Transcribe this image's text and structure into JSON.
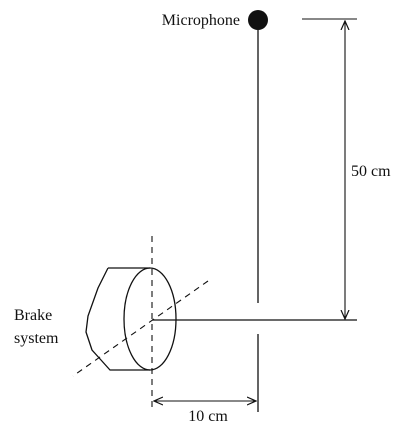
{
  "labels": {
    "microphone": "Microphone",
    "vertical_distance": "50 cm",
    "horizontal_distance": "10 cm",
    "brake_line1": "Brake",
    "brake_line2": "system"
  },
  "colors": {
    "ink": "#111111",
    "background": "#ffffff"
  }
}
